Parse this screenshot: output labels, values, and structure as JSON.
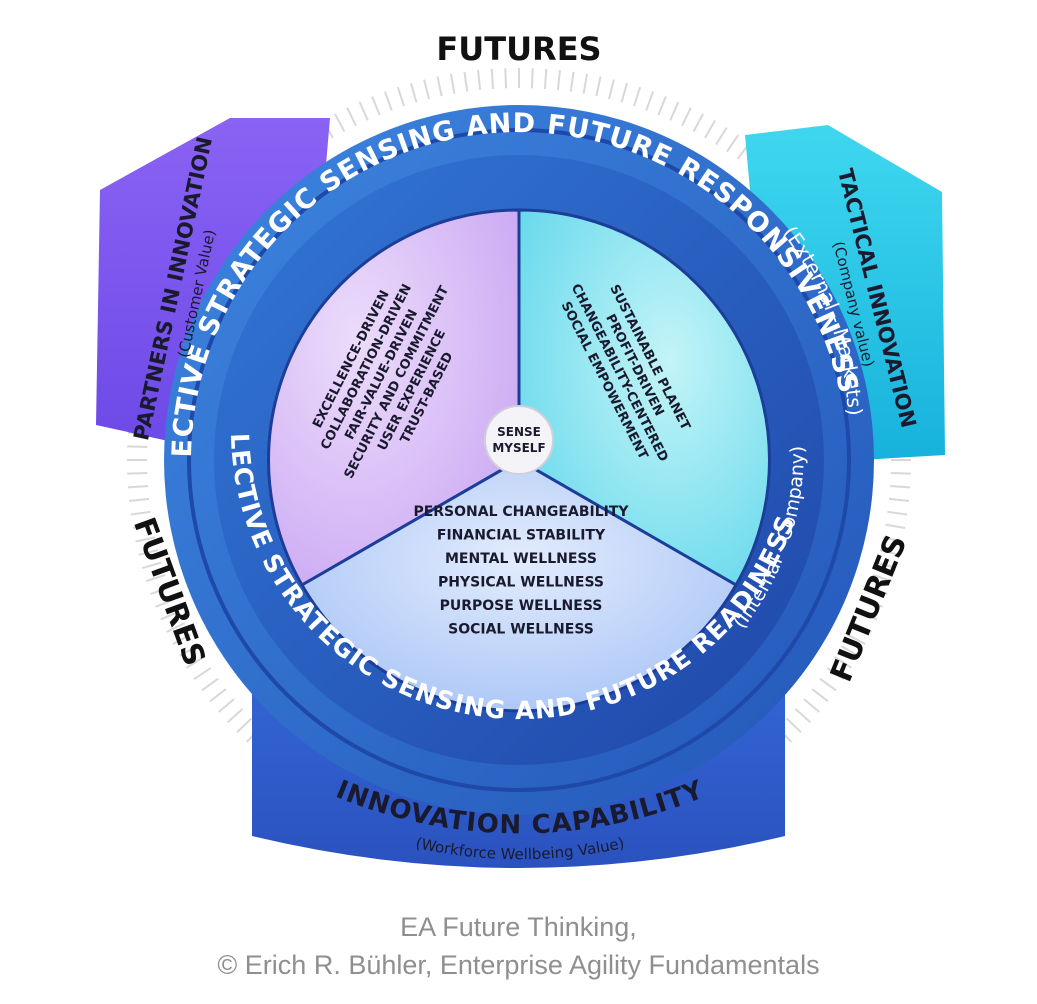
{
  "futures_labels": [
    "FUTURES",
    "FUTURES",
    "FUTURES"
  ],
  "outer_ring": {
    "title": "COLLECTIVE STRATEGIC SENSING AND FUTURE RESPONSIVENESS",
    "qualifier": "(External - Markets)"
  },
  "inner_ring": {
    "title": "COLLECTIVE STRATEGIC SENSING AND FUTURE READINESS",
    "qualifier": "(Internal - Company)"
  },
  "tabs": {
    "left": {
      "title": "PARTNERS IN INNOVATION",
      "subtitle": "(Customer  Value)"
    },
    "right": {
      "title": "TACTICAL INNOVATION",
      "subtitle": "(Company value)"
    },
    "bottom": {
      "title": "INNOVATION CAPABILITY",
      "subtitle": "(Workforce Wellbeing Value)"
    }
  },
  "center": {
    "line1": "SENSE",
    "line2": "MYSELF"
  },
  "sectors": {
    "customer": [
      "EXCELLENCE-DRIVEN",
      "COLLABORATION-DRIVEN",
      "FAIR-VALUE-DRIVEN",
      "SECURITY AND COMMITMENT",
      "USER EXPERIENCE",
      "TRUST-BASED"
    ],
    "company": [
      "SUSTAINABLE PLANET",
      "PROFIT-DRIVEN",
      "CHANGEABILITY-CENTERED",
      "SOCIAL EMPOWERMENT"
    ],
    "workforce": [
      "PERSONAL CHANGEABILITY",
      "FINANCIAL STABILITY",
      "MENTAL WELLNESS",
      "PHYSICAL WELLNESS",
      "PURPOSE WELLNESS",
      "SOCIAL WELLNESS"
    ]
  },
  "caption": {
    "line1": "EA Future Thinking,",
    "line2": "© Erich R. Bühler, Enterprise Agility Fundamentals"
  },
  "colors": {
    "outer_ring": "#2e74d4",
    "inner_ring": "#2a5cc0",
    "partners_tab": "#7d55f0",
    "tactical_tab": "#1fc2e6",
    "capability_tab": "#2f5fd0",
    "customer_sector": "#d7b8f6",
    "company_sector": "#8fe7f1",
    "workforce_sector": "#c0d4fa",
    "text_dark": "#1a1a2e"
  }
}
